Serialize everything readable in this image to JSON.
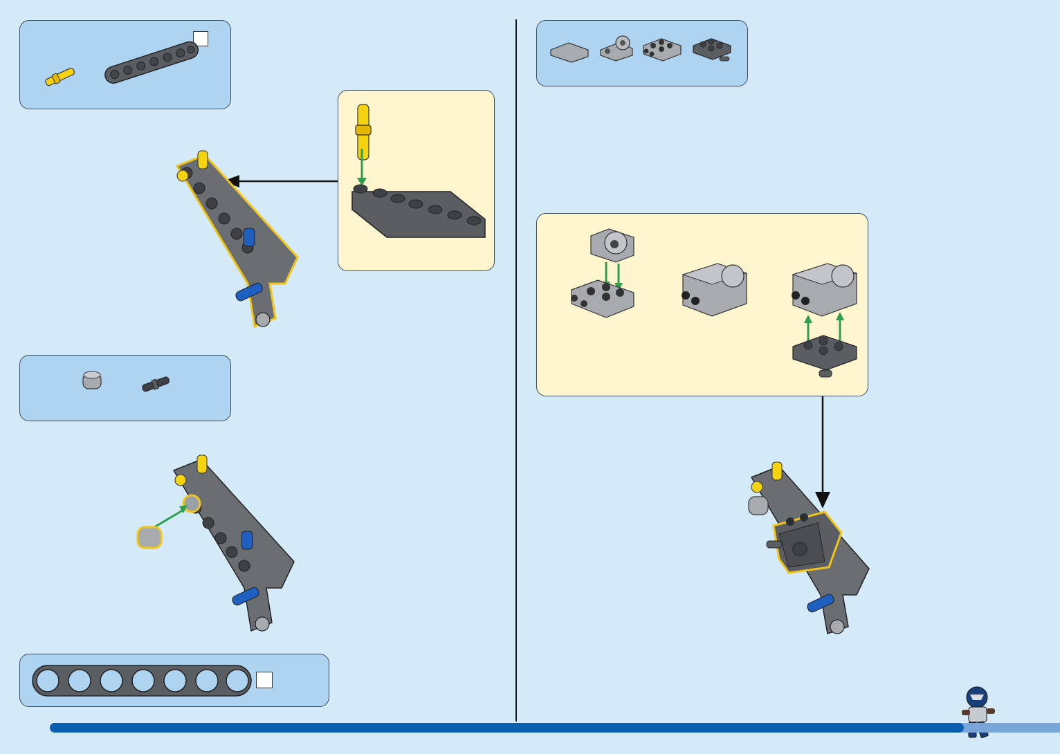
{
  "page": {
    "background": "#d4eaf8",
    "accent": "#0a5fb0"
  },
  "progress": {
    "fraction": 0.905
  },
  "steps": [
    {
      "id": "step-a",
      "parts": [
        "yellow-axle-pin",
        "grey-beam-7"
      ]
    },
    {
      "id": "step-b",
      "parts": [
        "light-grey-bush",
        "dark-axle-pin"
      ]
    },
    {
      "id": "step-c",
      "parts": [
        "beam-7-scale-reference"
      ]
    },
    {
      "id": "step-d",
      "parts": [
        "tile-corner",
        "plate-with-pin-hole",
        "plate-2x2-studs-on-side",
        "plate-2x2-with-pin"
      ]
    }
  ],
  "colors": {
    "highlight": "#f0c419",
    "arrow_green": "#2e9e4f",
    "part_dark_grey": "#5a5e63",
    "part_light_grey": "#a7abb0",
    "part_yellow": "#f5d30f",
    "part_blue": "#1f5fbf"
  },
  "icons": {
    "minifigure": "astronaut-minifigure-icon"
  }
}
